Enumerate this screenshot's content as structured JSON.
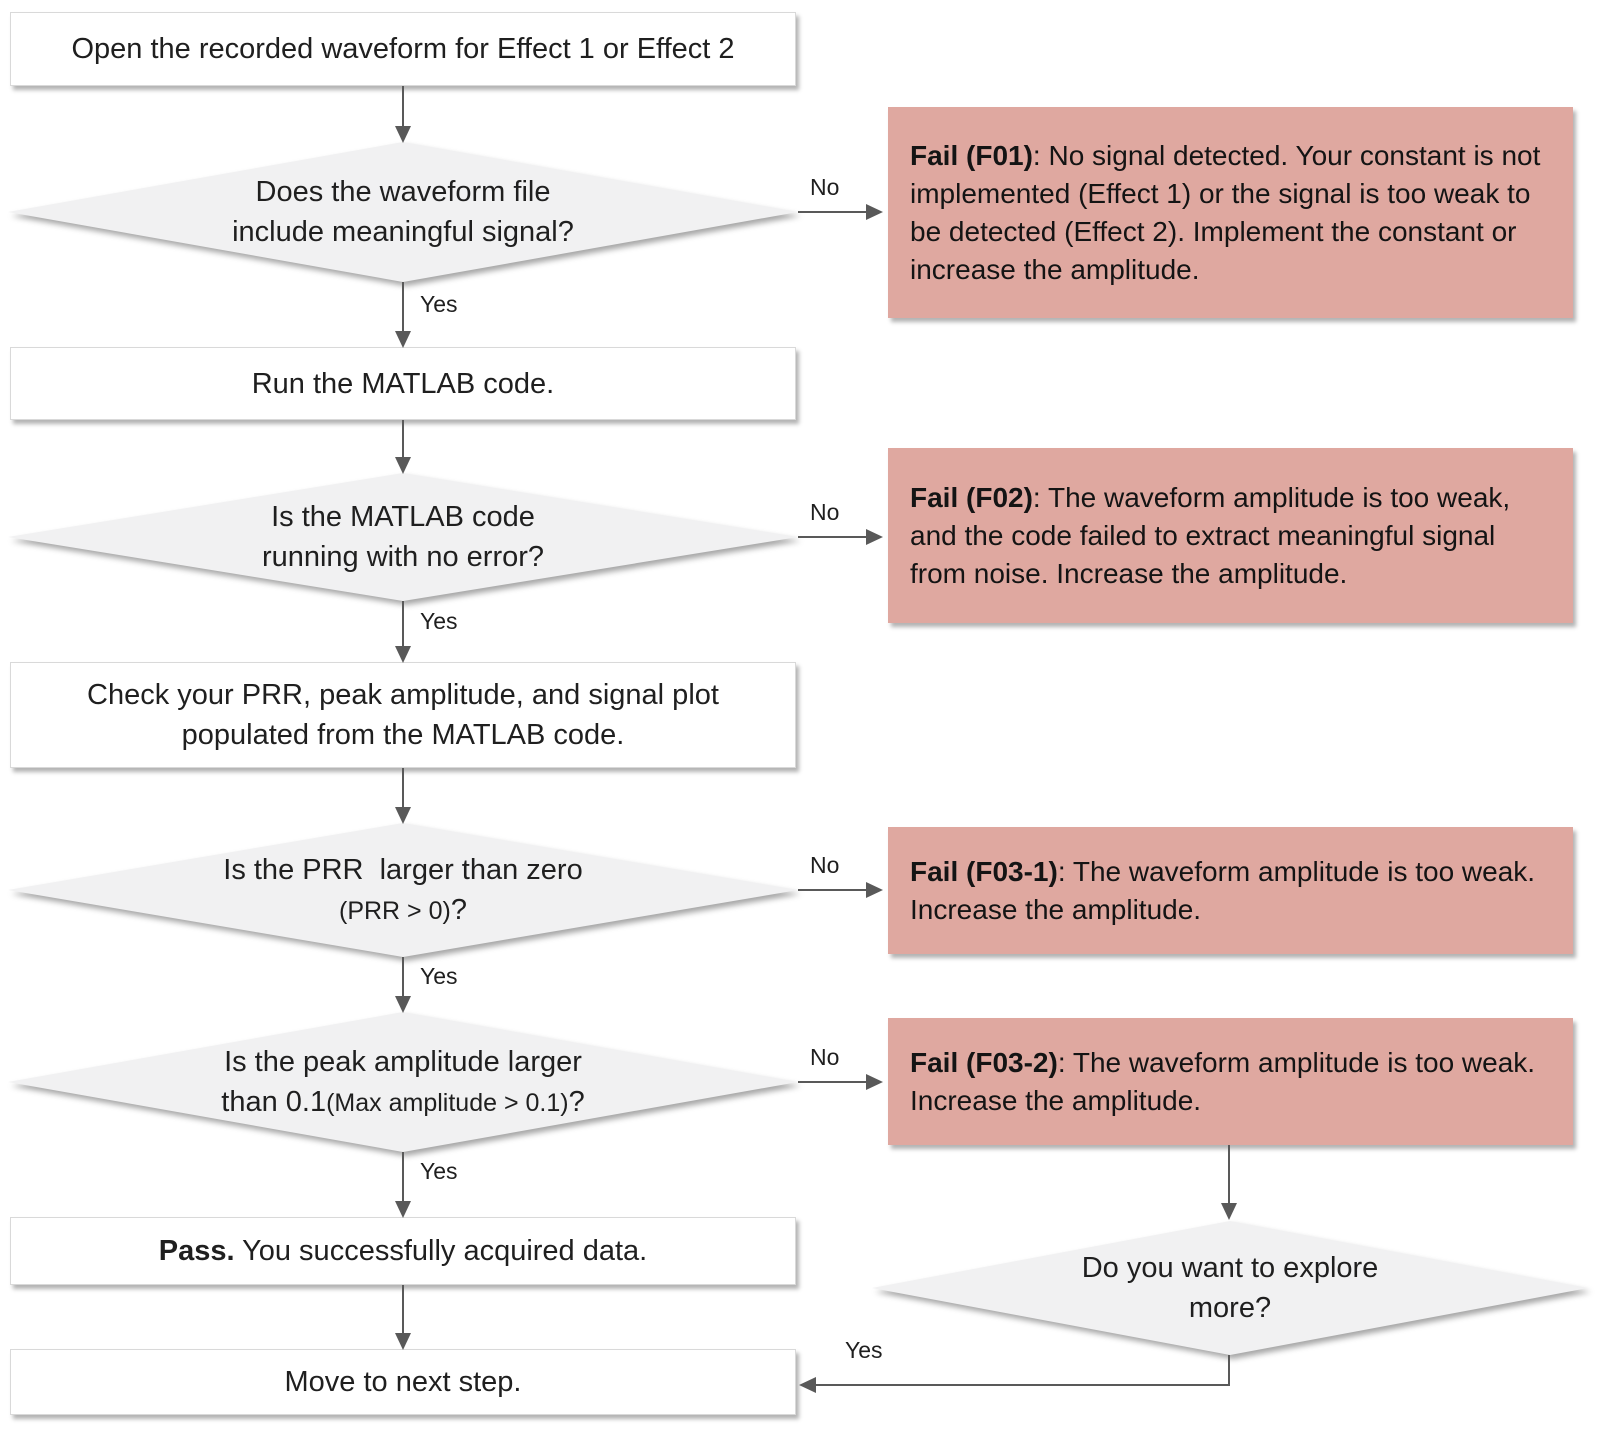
{
  "nodes": {
    "start": {
      "text": "Open the recorded waveform for Effect 1 or Effect 2"
    },
    "d1": {
      "lines": [
        "Does the waveform file",
        "include meaningful signal?"
      ]
    },
    "run": {
      "text": "Run the MATLAB code."
    },
    "d2": {
      "lines": [
        "Is the MATLAB code",
        "running with no error?"
      ]
    },
    "check": {
      "lines": [
        "Check your PRR, peak amplitude, and signal plot",
        "populated from the MATLAB code."
      ]
    },
    "d3": {
      "line1": "Is the PRR  larger than zero",
      "line2_small": "(PRR > 0)",
      "line2_suffix": "?"
    },
    "d4": {
      "line1": "Is the peak amplitude larger",
      "line2_main": "than 0.1",
      "line2_small": "(Max amplitude > 0.1)",
      "line2_suffix": "?"
    },
    "pass": {
      "bold": "Pass.",
      "text": " You successfully acquired data."
    },
    "move": {
      "text": "Move to next step."
    },
    "d5": {
      "lines": [
        "Do you want to explore",
        "more?"
      ]
    }
  },
  "fail_boxes": {
    "f01": {
      "bold": "Fail (F01)",
      "text": ": No signal detected. Your constant is not implemented (Effect 1) or the signal is too weak to be detected (Effect 2). Implement the constant or increase the amplitude."
    },
    "f02": {
      "bold": "Fail (F02)",
      "text": ": The waveform amplitude is too weak, and the code failed to extract meaningful signal from noise. Increase the amplitude."
    },
    "f03_1": {
      "bold": "Fail (F03-1)",
      "text": ": The waveform amplitude is too weak. Increase the amplitude."
    },
    "f03_2": {
      "bold": "Fail (F03-2)",
      "text": ": The waveform amplitude is too weak. Increase the amplitude."
    }
  },
  "edge_labels": {
    "yes": "Yes",
    "no": "No"
  },
  "colors": {
    "fail_bg": "#dfa8a0",
    "diamond_bg": "#f1f1f2",
    "process_bg": "#ffffff",
    "process_border": "#d9d9d9",
    "connector": "#595959",
    "text": "#1f1f1f"
  }
}
